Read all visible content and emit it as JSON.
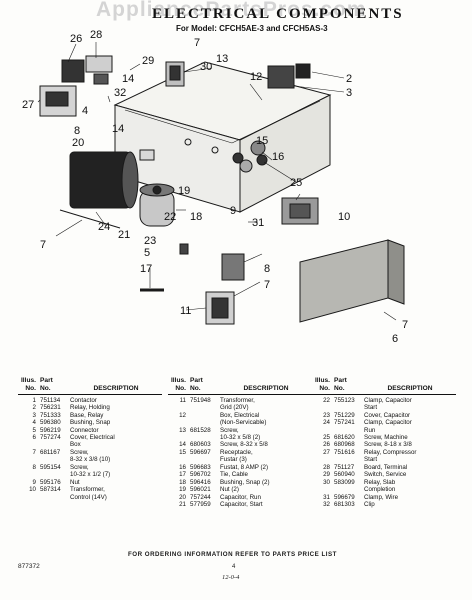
{
  "header": {
    "watermark": "AppliancePartsPros.com",
    "title": "ELECTRICAL COMPONENTS",
    "subtitle": "For Model: CFCH5AE-3 and CFCH5AS-3"
  },
  "callouts": [
    "26",
    "28",
    "29",
    "30",
    "7",
    "13",
    "12",
    "14",
    "2",
    "3",
    "27",
    "32",
    "4",
    "8",
    "14",
    "20",
    "15",
    "16",
    "19",
    "21",
    "24",
    "22",
    "18",
    "25",
    "9",
    "31",
    "10",
    "7",
    "23",
    "5",
    "17",
    "11",
    "8",
    "7",
    "7",
    "6"
  ],
  "parts_columns": [
    {
      "header": {
        "no": "Illus.\nNo.",
        "part": "Part\nNo.",
        "desc": "DESCRIPTION"
      },
      "rows": [
        {
          "no": "1",
          "part": "751134",
          "desc": "Contactor"
        },
        {
          "no": "2",
          "part": "756231",
          "desc": "Relay, Holding"
        },
        {
          "no": "3",
          "part": "751333",
          "desc": "Base, Relay"
        },
        {
          "no": "4",
          "part": "596380",
          "desc": "Bushing, Snap"
        },
        {
          "no": "5",
          "part": "596219",
          "desc": "Connector"
        },
        {
          "no": "6",
          "part": "757274",
          "desc": "Cover, Electrical\nBox"
        },
        {
          "no": "7",
          "part": "681167",
          "desc": "Screw,\n8-32 x 3/8 (10)"
        },
        {
          "no": "8",
          "part": "595154",
          "desc": "Screw,\n10-32 x 1/2 (7)"
        },
        {
          "no": "9",
          "part": "595176",
          "desc": "Nut"
        },
        {
          "no": "10",
          "part": "587314",
          "desc": "Transformer,\nControl (14V)"
        }
      ]
    },
    {
      "header": {
        "no": "Illus.\nNo.",
        "part": "Part\nNo.",
        "desc": "DESCRIPTION"
      },
      "rows": [
        {
          "no": "11",
          "part": "751948",
          "desc": "Transformer,\nGrid (20V)"
        },
        {
          "no": "12",
          "part": "",
          "desc": "Box, Electrical\n(Non-Servicable)"
        },
        {
          "no": "13",
          "part": "681528",
          "desc": "Screw,\n10-32 x 5/8 (2)"
        },
        {
          "no": "14",
          "part": "680603",
          "desc": "Screw, 8-32 x 5/8"
        },
        {
          "no": "15",
          "part": "596697",
          "desc": "Receptacle,\nFustar (3)"
        },
        {
          "no": "16",
          "part": "596683",
          "desc": "Fustat, 8 AMP (2)"
        },
        {
          "no": "17",
          "part": "596702",
          "desc": "Tie, Cable"
        },
        {
          "no": "18",
          "part": "596416",
          "desc": "Bushing, Snap (2)"
        },
        {
          "no": "19",
          "part": "596021",
          "desc": "Nut (2)"
        },
        {
          "no": "20",
          "part": "757244",
          "desc": "Capacitor, Run"
        },
        {
          "no": "21",
          "part": "577959",
          "desc": "Capacitor, Start"
        }
      ]
    },
    {
      "header": {
        "no": "Illus.\nNo.",
        "part": "Part\nNo.",
        "desc": "DESCRIPTION"
      },
      "rows": [
        {
          "no": "22",
          "part": "755123",
          "desc": "Clamp, Capacitor\nStart"
        },
        {
          "no": "23",
          "part": "751229",
          "desc": "Cover, Capacitor"
        },
        {
          "no": "24",
          "part": "757241",
          "desc": "Clamp, Capacitor\nRun"
        },
        {
          "no": "25",
          "part": "681620",
          "desc": "Screw, Machine"
        },
        {
          "no": "26",
          "part": "680968",
          "desc": "Screw, 8-18 x 3/8"
        },
        {
          "no": "27",
          "part": "751616",
          "desc": "Relay, Compressor\nStart"
        },
        {
          "no": "28",
          "part": "751127",
          "desc": "Board, Terminal"
        },
        {
          "no": "29",
          "part": "560940",
          "desc": "Switch, Service"
        },
        {
          "no": "30",
          "part": "583099",
          "desc": "Relay, Slab\nCompletion"
        },
        {
          "no": "31",
          "part": "596679",
          "desc": "Clamp, Wire"
        },
        {
          "no": "32",
          "part": "681303",
          "desc": "Clip"
        }
      ]
    }
  ],
  "footer": {
    "note": "FOR ORDERING INFORMATION REFER TO PARTS PRICE LIST",
    "doc_number": "877372",
    "page": "4",
    "date": "12-0-4"
  }
}
